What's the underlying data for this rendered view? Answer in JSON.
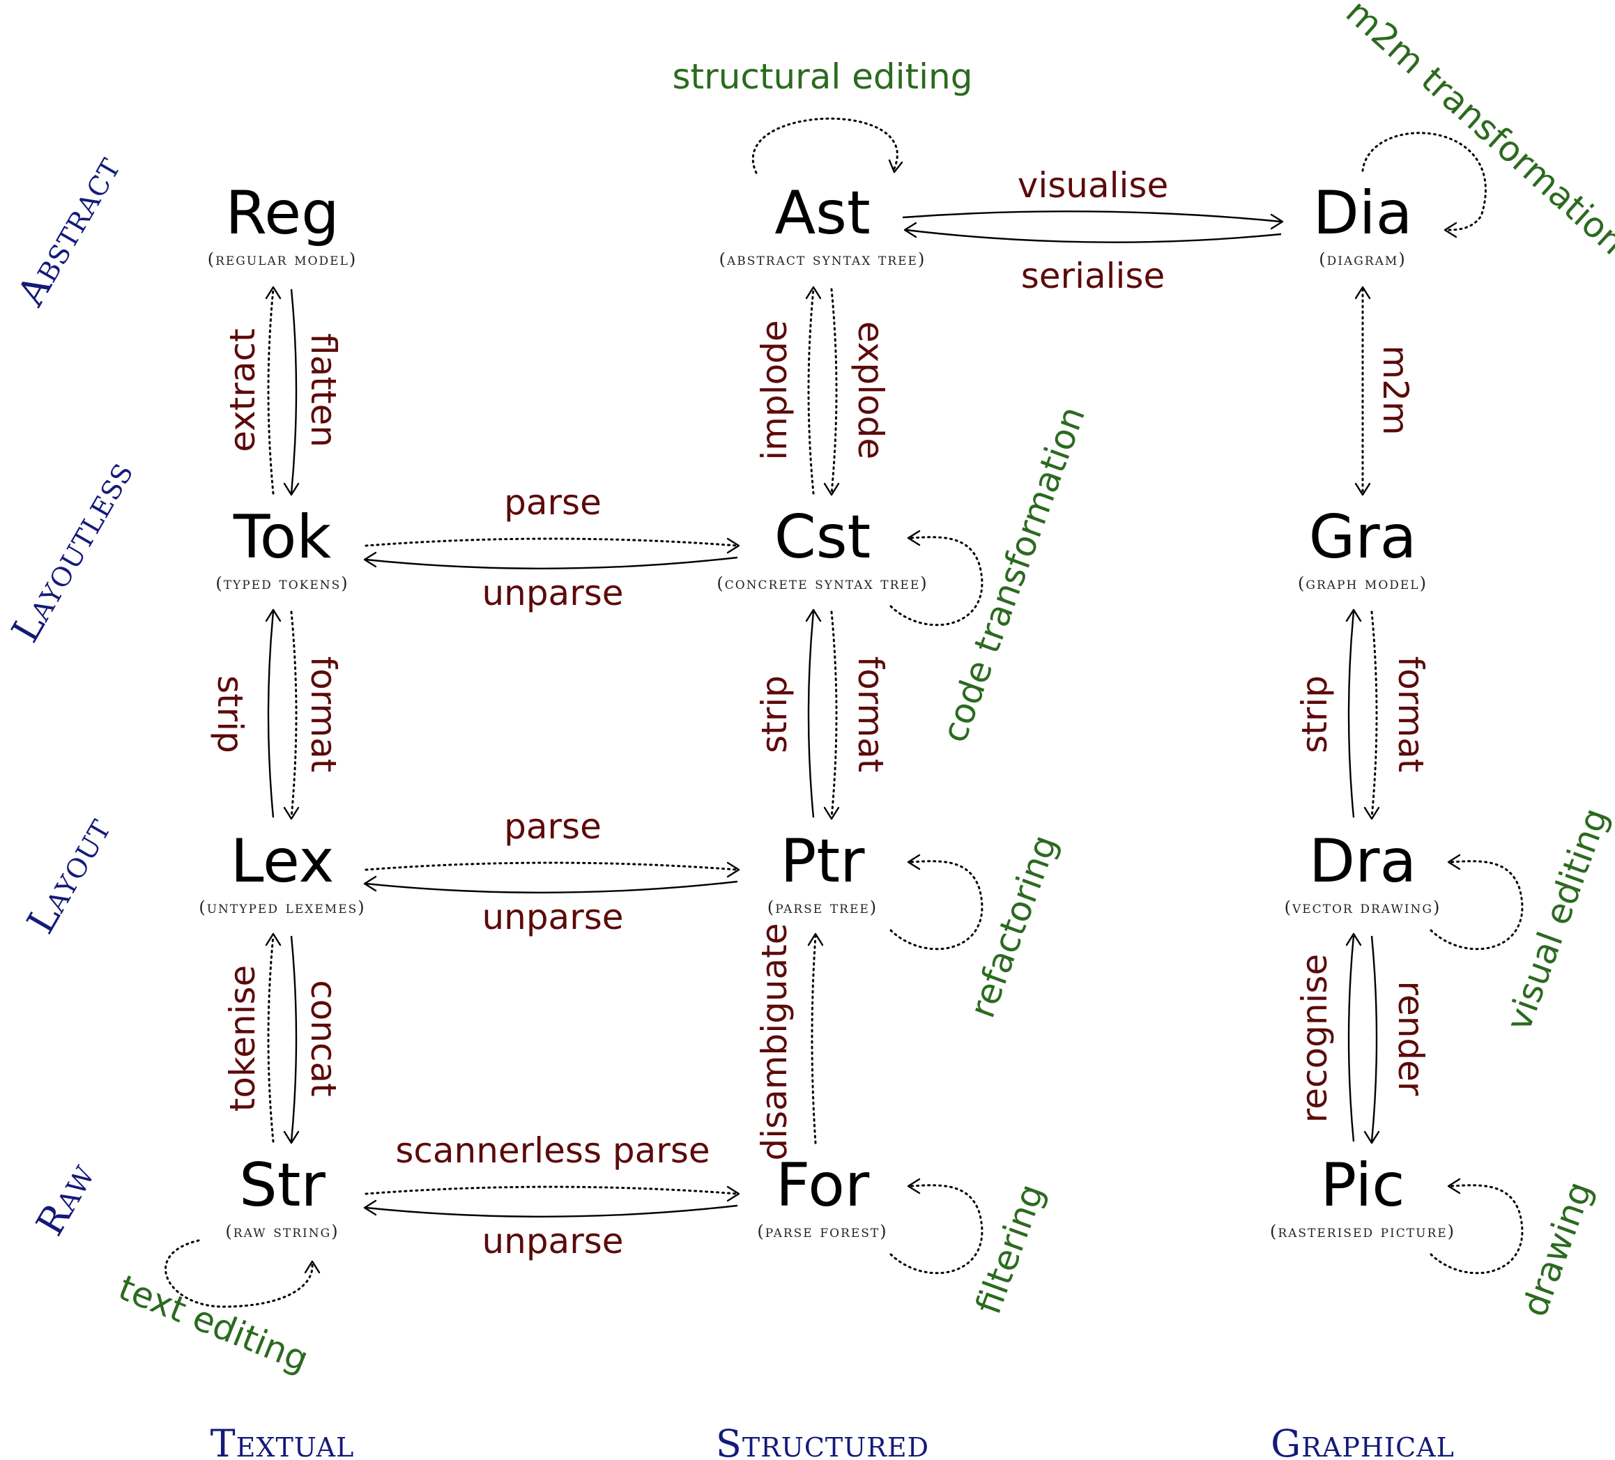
{
  "nodes": [
    {
      "id": "reg",
      "abbr": "Reg",
      "desc": "(regular model)"
    },
    {
      "id": "ast",
      "abbr": "Ast",
      "desc": "(abstract syntax tree)"
    },
    {
      "id": "dia",
      "abbr": "Dia",
      "desc": "(diagram)"
    },
    {
      "id": "tok",
      "abbr": "Tok",
      "desc": "(typed tokens)"
    },
    {
      "id": "cst",
      "abbr": "Cst",
      "desc": "(concrete syntax tree)"
    },
    {
      "id": "gra",
      "abbr": "Gra",
      "desc": "(graph model)"
    },
    {
      "id": "lex",
      "abbr": "Lex",
      "desc": "(untyped lexemes)"
    },
    {
      "id": "ptr",
      "abbr": "Ptr",
      "desc": "(parse tree)"
    },
    {
      "id": "dra",
      "abbr": "Dra",
      "desc": "(vector drawing)"
    },
    {
      "id": "str",
      "abbr": "Str",
      "desc": "(raw string)"
    },
    {
      "id": "for",
      "abbr": "For",
      "desc": "(parse forest)"
    },
    {
      "id": "pic",
      "abbr": "Pic",
      "desc": "(rasterised picture)"
    }
  ],
  "edge_labels": {
    "visualise": "visualise",
    "serialise": "serialise",
    "extract": "extract",
    "flatten": "flatten",
    "implode": "implode",
    "explode": "explode",
    "m2m": "m2m",
    "parse_tok_cst": "parse",
    "unparse_tok_cst": "unparse",
    "strip_tok_lex": "strip",
    "format_tok_lex": "format",
    "strip_cst_ptr": "strip",
    "format_cst_ptr": "format",
    "strip_gra_dra": "strip",
    "format_gra_dra": "format",
    "parse_lex_ptr": "parse",
    "unparse_lex_ptr": "unparse",
    "tokenise": "tokenise",
    "concat": "concat",
    "disambiguate": "disambiguate",
    "recognise": "recognise",
    "render": "render",
    "scannerless_parse": "scannerless parse",
    "unparse_str_for": "unparse"
  },
  "loop_labels": {
    "structural_editing": "structural editing",
    "m2m_transformation": "m2m transformation",
    "code_transformation": "code transformation",
    "refactoring": "refactoring",
    "visual_editing": "visual editing",
    "text_editing": "text editing",
    "filtering": "filtering",
    "drawing": "drawing"
  },
  "rows": [
    {
      "id": "abstract",
      "label": "Abstract"
    },
    {
      "id": "layoutless",
      "label": "Layoutless"
    },
    {
      "id": "layout",
      "label": "Layout"
    },
    {
      "id": "raw",
      "label": "Raw"
    }
  ],
  "columns": [
    {
      "id": "textual",
      "label": "Textual"
    },
    {
      "id": "structured",
      "label": "Structured"
    },
    {
      "id": "graphical",
      "label": "Graphical"
    }
  ]
}
